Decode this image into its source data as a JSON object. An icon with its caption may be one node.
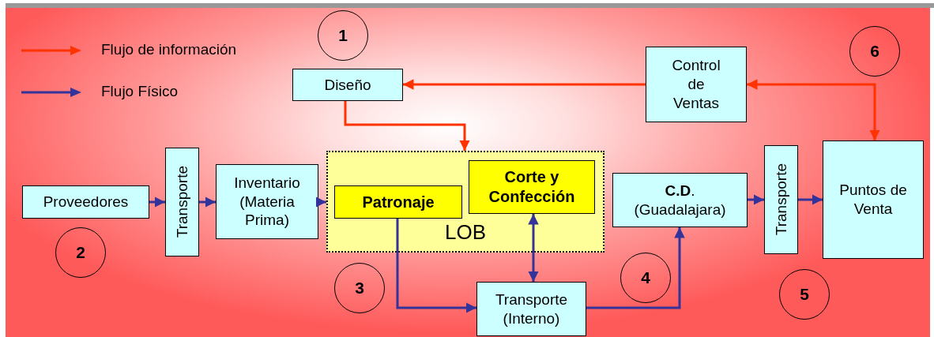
{
  "diagram": {
    "nodes": [
      {
        "text": [
          "1"
        ]
      },
      {
        "text": [
          "Diseño"
        ]
      },
      {
        "text": [
          "Control de Ventas"
        ]
      },
      {
        "text": [
          "6"
        ]
      },
      {
        "text": [
          "Proveedores"
        ]
      },
      {
        "text": [
          "Transporte"
        ]
      },
      {
        "text": [
          "Inventario (Materia Prima)"
        ]
      },
      {
        "text": [
          "LOB"
        ]
      },
      {
        "text": [
          "Patronaje"
        ],
        "in": 7
      },
      {
        "text": [
          "Corte y Confección"
        ],
        "in": 7
      },
      {
        "text": [
          "2"
        ]
      },
      {
        "text": [
          "3"
        ]
      },
      {
        "text": [
          "**C.D**. (Guadalajara)"
        ]
      },
      {
        "text": [
          "Transporte"
        ]
      },
      {
        "text": [
          "Puntos de Venta"
        ]
      },
      {
        "text": [
          "4"
        ]
      },
      {
        "text": [
          "Transporte (Interno)"
        ]
      },
      {
        "text": [
          "5"
        ]
      }
    ],
    "edges": [
      {
        "from": 2,
        "to": 1,
        "arrow": "to",
        "color": "#ff3300"
      },
      {
        "from": 1,
        "to": 7,
        "arrow": "to",
        "color": "#ff3300"
      },
      {
        "from": 2,
        "to": 14,
        "arrow": "both",
        "color": "#ff3300"
      },
      {
        "from": 4,
        "to": 5,
        "arrow": "to"
      },
      {
        "from": 5,
        "to": 6,
        "arrow": "to"
      },
      {
        "from": 6,
        "to": 7,
        "arrow": "to"
      },
      {
        "from": 8,
        "to": 16,
        "arrow": "to"
      },
      {
        "from": 9,
        "to": 16,
        "arrow": "both"
      },
      {
        "from": 16,
        "to": 12,
        "arrow": "to"
      },
      {
        "from": 12,
        "to": 13,
        "arrow": "to"
      },
      {
        "from": 13,
        "to": 14,
        "arrow": "to"
      }
    ],
    "legend": [
      {
        "text": "Flujo de información",
        "color": "#ff3300"
      },
      {
        "text": "Flujo Físico",
        "color": "#333399"
      }
    ]
  }
}
